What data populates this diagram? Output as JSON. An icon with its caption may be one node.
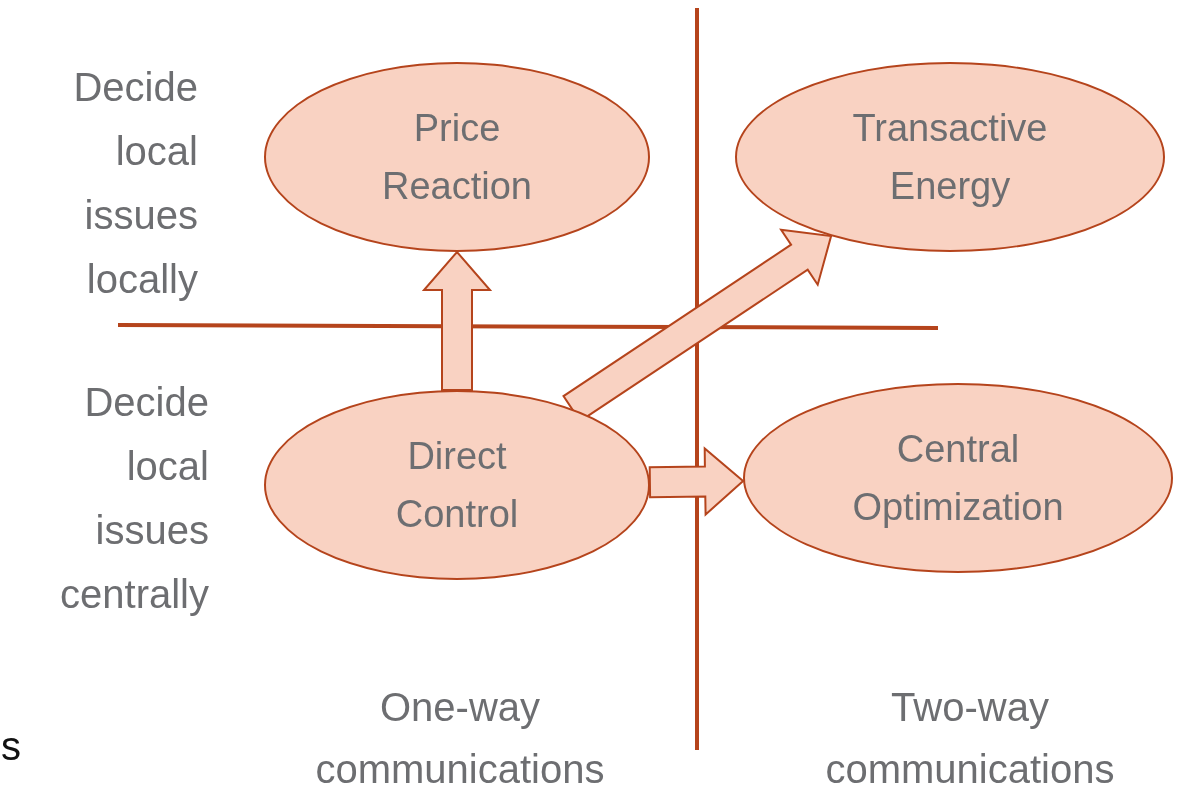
{
  "diagram": {
    "nodes": [
      {
        "text": [
          "Price Reaction"
        ]
      },
      {
        "text": [
          "Transactive Energy"
        ]
      },
      {
        "text": [
          "Direct Control"
        ]
      },
      {
        "text": [
          "Central Optimization"
        ]
      }
    ],
    "edges": [
      {
        "from": 2,
        "to": 0,
        "arrow": "to",
        "style": "thick"
      },
      {
        "from": 2,
        "to": 1,
        "arrow": "to",
        "style": "thick"
      },
      {
        "from": 2,
        "to": 3,
        "arrow": "to",
        "style": "thick"
      }
    ],
    "labels": [
      "Decide local issues locally",
      "Decide local issues centrally",
      "One-way communications",
      "Two-way communications",
      "s"
    ]
  }
}
